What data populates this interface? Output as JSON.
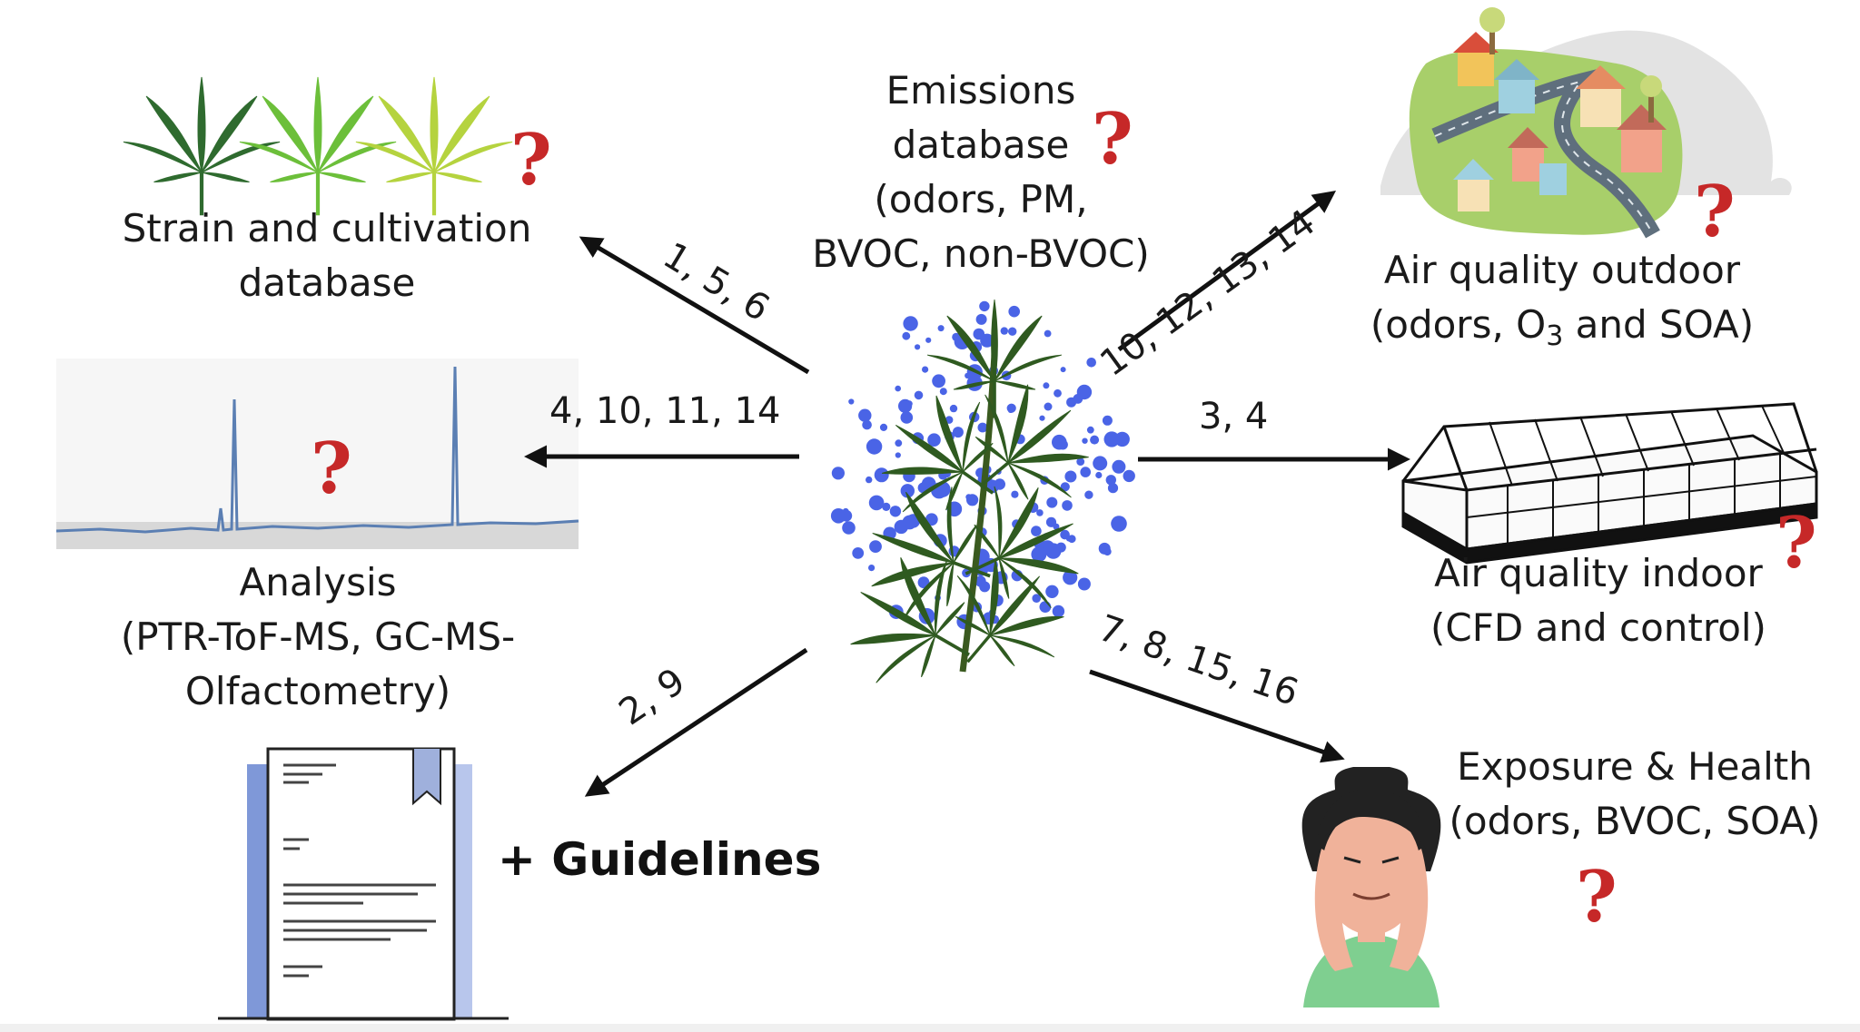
{
  "center": {
    "emissions": [
      "Emissions",
      "database",
      "(odors, PM,",
      "BVOC, non-BVOC)"
    ]
  },
  "nodes": {
    "strain": [
      "Strain and cultivation",
      "database"
    ],
    "analysis": [
      "Analysis",
      "(PTR-ToF-MS, GC-MS-",
      "Olfactometry)"
    ],
    "guidelines": "+ Guidelines",
    "outdoor_line1": "Air quality outdoor",
    "outdoor_line2_a": "(odors, O",
    "outdoor_line2_sub": "3",
    "outdoor_line2_b": " and SOA)",
    "indoor": [
      "Air quality indoor",
      "(CFD and control)"
    ],
    "exposure": [
      "Exposure & Health",
      "(odors, BVOC, SOA)"
    ]
  },
  "arrow_labels": {
    "strain": "1, 5, 6",
    "analysis": "4, 10, 11, 14",
    "guidelines": "2, 9",
    "outdoor": "10, 12, 13, 14",
    "indoor": "3, 4",
    "exposure": "7, 8, 15, 16"
  },
  "question_mark": "?",
  "colors": {
    "question": "#c62828",
    "dots": "#4a64e6",
    "leaf_dark": "#2f6b2f",
    "leaf_mid": "#6cbf3a",
    "leaf_light": "#b5d33f",
    "doc_blue": "#7f98d8"
  }
}
